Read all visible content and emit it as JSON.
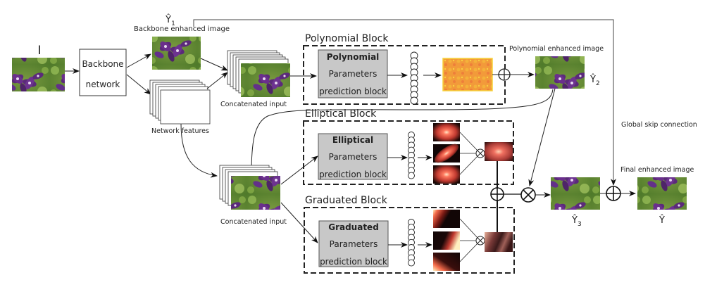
{
  "inputs": {
    "input_symbol": "I",
    "backbone_label_line1": "Backbone",
    "backbone_label_line2": "network",
    "backbone_output_symbol": "Ŷ",
    "backbone_output_subscript": "1",
    "backbone_output_label": "Backbone enhanced image",
    "network_features_label": "Network features",
    "concat_input_top_label": "Concatenated input",
    "concat_input_bottom_label": "Concatenated input"
  },
  "blocks": [
    {
      "id": "polynomial",
      "title": "Polynomial Block",
      "box_line1": "Polynomial",
      "box_line2": "Parameters",
      "box_line3": "prediction block"
    },
    {
      "id": "elliptical",
      "title": "Elliptical Block",
      "box_line1": "Elliptical",
      "box_line2": "Parameters",
      "box_line3": "prediction block"
    },
    {
      "id": "graduated",
      "title": "Graduated Block",
      "box_line1": "Graduated",
      "box_line2": "Parameters",
      "box_line3": "prediction block"
    }
  ],
  "outputs": {
    "polynomial_enhanced_label": "Polynomial enhanced image",
    "polynomial_symbol": "Ŷ",
    "polynomial_subscript": "2",
    "y3_symbol": "Ŷ",
    "y3_subscript": "3",
    "global_skip_label": "Global skip connection",
    "final_label": "Final enhanced image",
    "final_symbol": "Ŷ"
  },
  "operators": {
    "add": "⊕",
    "multiply": "⊗"
  },
  "colors": {
    "flower_purple": "#5b2a7a",
    "leaf_green": "#6a9a3a",
    "poly_orange": "#f0903a",
    "poly_yellow": "#f7d23a",
    "block_gray": "#c8c8c8",
    "heat_red": "#ff6a55"
  }
}
